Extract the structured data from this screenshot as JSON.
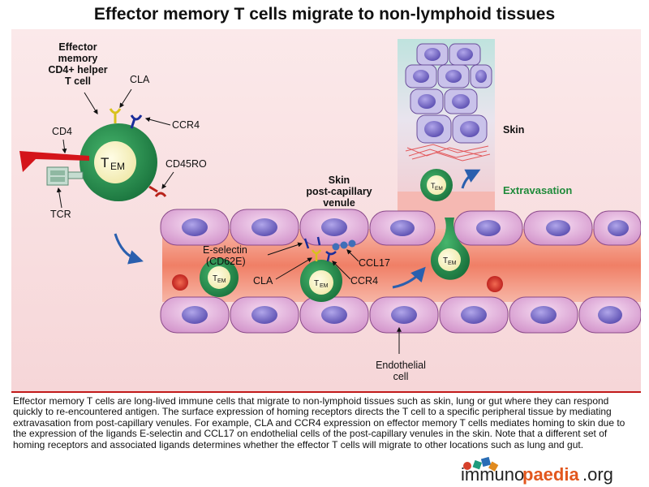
{
  "title": "Effector memory T cells migrate to non-lymphoid tissues",
  "cell_label": [
    "Effector",
    "memory",
    "CD4+ helper",
    "T cell"
  ],
  "tem": {
    "main": "T",
    "sub": "EM"
  },
  "receptors": {
    "cla": "CLA",
    "ccr4": "CCR4",
    "cd4": "CD4",
    "cd45ro": "CD45RO",
    "tcr": "TCR"
  },
  "venule_label": [
    "Skin",
    "post-capillary",
    "venule"
  ],
  "skin_label": "Skin",
  "extravasation_label": "Extravasation",
  "eselectin_label": [
    "E-selectin",
    "(CD62E)"
  ],
  "ccl17_label": "CCL17",
  "cla_label": "CLA",
  "ccr4_label": "CCR4",
  "endothelial_label": [
    "Endothelial",
    "cell"
  ],
  "caption": "Effector memory T cells are long-lived immune cells that migrate to non-lymphoid tissues such as skin, lung or gut where they can respond quickly to re-encountered antigen. The surface expression of homing receptors directs the T cell to a specific peripheral tissue by mediating extravasation from post-capillary venules. For example, CLA and CCR4 expression on effector memory T cells mediates homing to skin due to the expression of the ligands E-selectin and CCL17 on endothelial cells of the post-capillary venules in the skin. Note that a different set of homing receptors and associated ligands determines whether the effector T cells will migrate to other locations such as lung and gut.",
  "logo": {
    "a": "immuno",
    "b": "paedia",
    "c": ".org"
  },
  "colors": {
    "green": "#1f8a4a",
    "pink": "#e6b6e0",
    "vessel": "#f08a72",
    "nucleus": "#7a6bc8",
    "receptor_blue": "#1a2d9a",
    "cla_yellow": "#d8c21c",
    "cd4_red": "#d4141a"
  }
}
